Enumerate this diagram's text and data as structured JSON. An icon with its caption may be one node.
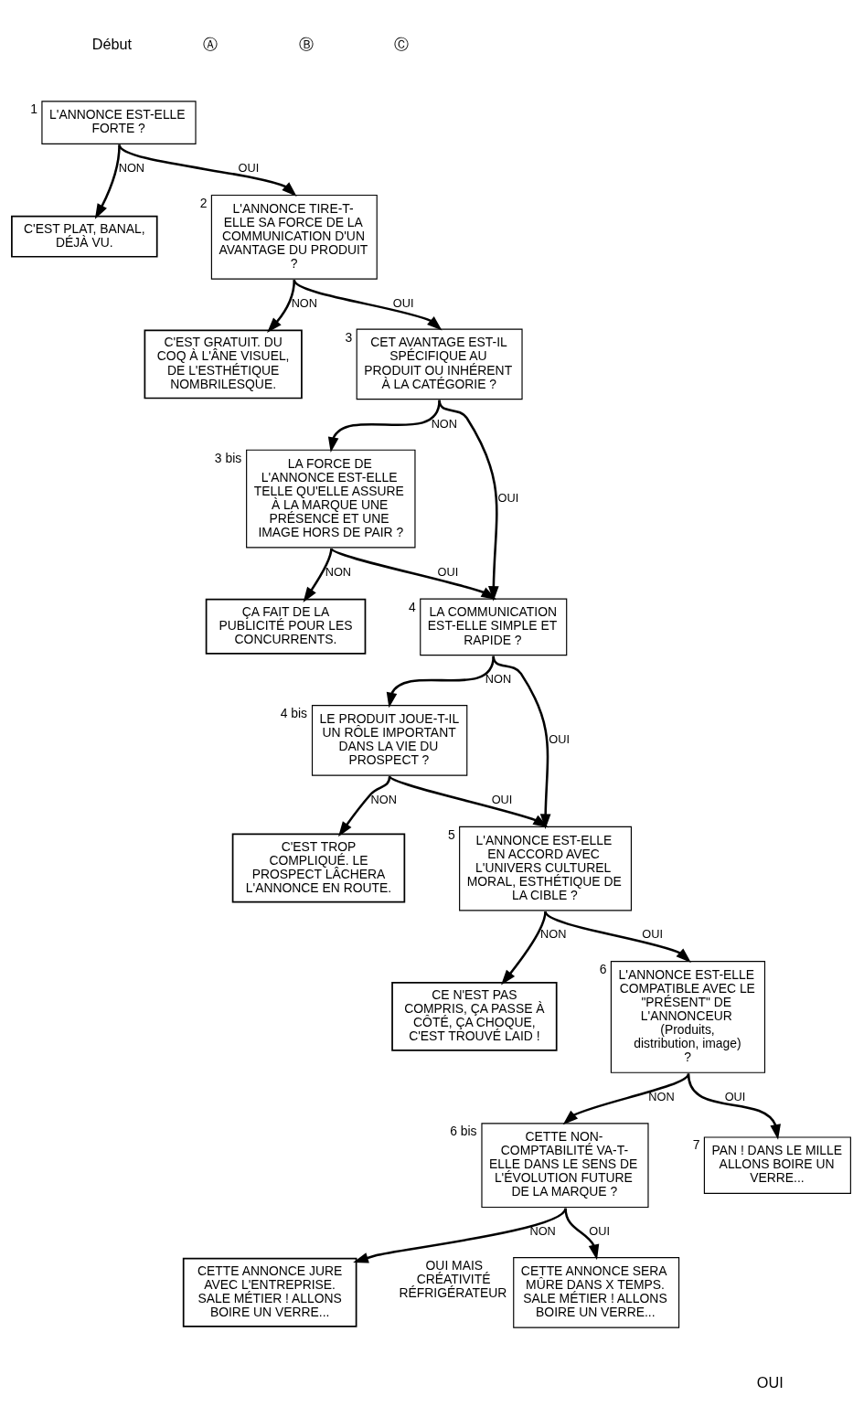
{
  "diagram": {
    "nodes": [
      {
        "text": [
          "L'ANNONCE EST-ELLE FORTE ?"
        ],
        "beside": [
          "1"
        ]
      },
      {
        "text": [
          "C'EST PLAT, BANAL, DÉJÀ VU."
        ]
      },
      {
        "text": [
          "L'ANNONCE TIRE-T-ELLE SA FORCE DE LA COMMUNICATION D'UN AVANTAGE DU PRODUIT ?"
        ],
        "beside": [
          "2"
        ]
      },
      {
        "text": [
          "C'EST GRATUIT. DU COQ À L'ÂNE VISUEL, DE L'ESTHÉTIQUE NOMBRILESQUE."
        ]
      },
      {
        "text": [
          "CET AVANTAGE EST-IL SPÉCIFIQUE AU PRODUIT OU INHÉRENT À LA CATÉGORIE ?"
        ],
        "beside": [
          "3"
        ]
      },
      {
        "text": [
          "LA FORCE DE L'ANNONCE EST-ELLE TELLE QU'ELLE ASSURE À LA MARQUE UNE PRÉSENCE ET UNE IMAGE HORS DE PAIR ?"
        ],
        "beside": [
          "3 bis"
        ]
      },
      {
        "text": [
          "ÇA FAIT DE LA PUBLICITÉ POUR LES CONCURRENTS."
        ]
      },
      {
        "text": [
          "LA COMMUNICATION EST-ELLE SIMPLE ET RAPIDE ?"
        ],
        "beside": [
          "4"
        ]
      },
      {
        "text": [
          "LE PRODUIT JOUE-T-IL UN RÔLE IMPORTANT DANS LA VIE DU PROSPECT ?"
        ],
        "beside": [
          "4 bis"
        ]
      },
      {
        "text": [
          "C'EST TROP COMPLIQUÉ. LE PROSPECT LÂCHERA L'ANNONCE EN ROUTE."
        ]
      },
      {
        "text": [
          "L'ANNONCE EST-ELLE EN ACCORD AVEC L'UNIVERS CULTUREL MORAL, ESTHÉTIQUE DE LA CIBLE ?"
        ],
        "beside": [
          "5"
        ]
      },
      {
        "text": [
          "CE N'EST PAS COMPRIS, ÇA PASSE À CÔTÉ, ÇA CHOQUE, C'EST TROUVÉ LAID !"
        ]
      },
      {
        "text": [
          "L'ANNONCE EST-ELLE COMPATIBLE AVEC LE \"PRÉSENT\" DE L'ANNONCEUR (Produits, distribution, image) ?"
        ],
        "beside": [
          "6"
        ]
      },
      {
        "text": [
          "CETTE NON-COMPTABILITÉ VA-T-ELLE DANS LE SENS DE L'ÉVOLUTION FUTURE DE LA MARQUE ?"
        ],
        "beside": [
          "6 bis"
        ]
      },
      {
        "text": [
          "PAN ! DANS LE MILLE ALLONS BOIRE UN VERRE..."
        ],
        "beside": [
          "7"
        ]
      },
      {
        "text": [
          "CETTE ANNONCE JURE AVEC L'ENTREPRISE. SALE MÉTIER ! ALLONS BOIRE UN VERRE..."
        ]
      },
      {
        "text": [
          "CETTE ANNONCE SERA MÛRE DANS X TEMPS. SALE MÉTIER ! ALLONS BOIRE UN VERRE..."
        ],
        "beside": [
          "OUI MAIS CRÉATIVITÉ RÉFRIGÉRATEUR"
        ]
      }
    ],
    "edges": [
      {
        "from": 0,
        "to": 1,
        "arrow": "to",
        "label": "NON"
      },
      {
        "from": 0,
        "to": 2,
        "arrow": "to",
        "label": "OUI"
      },
      {
        "from": 2,
        "to": 3,
        "arrow": "to",
        "label": "NON"
      },
      {
        "from": 2,
        "to": 4,
        "arrow": "to",
        "label": "OUI"
      },
      {
        "from": 4,
        "to": 5,
        "arrow": "to",
        "label": "NON"
      },
      {
        "from": 4,
        "to": 7,
        "arrow": "to",
        "label": "OUI"
      },
      {
        "from": 5,
        "to": 6,
        "arrow": "to",
        "label": "NON"
      },
      {
        "from": 5,
        "to": 7,
        "arrow": "to",
        "label": "OUI"
      },
      {
        "from": 7,
        "to": 8,
        "arrow": "to",
        "label": "NON"
      },
      {
        "from": 7,
        "to": 10,
        "arrow": "to",
        "label": "OUI"
      },
      {
        "from": 8,
        "to": 9,
        "arrow": "to",
        "label": "NON"
      },
      {
        "from": 8,
        "to": 10,
        "arrow": "to",
        "label": "OUI"
      },
      {
        "from": 10,
        "to": 11,
        "arrow": "to",
        "label": "NON"
      },
      {
        "from": 10,
        "to": 12,
        "arrow": "to",
        "label": "OUI"
      },
      {
        "from": 12,
        "to": 13,
        "arrow": "to",
        "label": "NON"
      },
      {
        "from": 12,
        "to": 14,
        "arrow": "to",
        "label": "OUI"
      },
      {
        "from": 13,
        "to": 15,
        "arrow": "to",
        "label": "NON"
      },
      {
        "from": 13,
        "to": 16,
        "arrow": "to",
        "label": "OUI"
      }
    ],
    "labels": [
      "Début",
      "Ⓐ",
      "Ⓑ",
      "Ⓒ",
      "OUI"
    ]
  }
}
